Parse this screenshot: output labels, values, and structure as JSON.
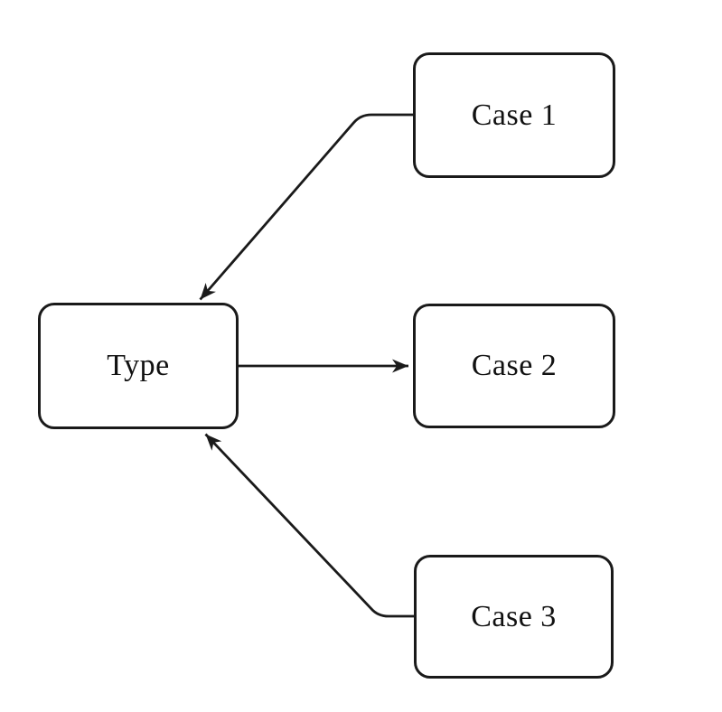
{
  "diagram": {
    "type": "flow-diagram",
    "nodes": [
      {
        "id": "type",
        "label": "Type"
      },
      {
        "id": "case-1",
        "label": "Case 1"
      },
      {
        "id": "case-2",
        "label": "Case 2"
      },
      {
        "id": "case-3",
        "label": "Case 3"
      }
    ],
    "edges": [
      {
        "from": "case-1",
        "to": "type",
        "shape": "elbow-then-diagonal",
        "arrowhead_at": "type-top-edge"
      },
      {
        "from": "type",
        "to": "case-2",
        "shape": "straight-horizontal",
        "arrowhead_at": "case-2-left-edge"
      },
      {
        "from": "case-3",
        "to": "type",
        "shape": "elbow-then-diagonal",
        "arrowhead_at": "type-bottom-edge"
      }
    ]
  },
  "colors": {
    "line": "#1a1a1a",
    "background": "#ffffff",
    "node-fill": "#ffffff",
    "text": "#111111"
  }
}
